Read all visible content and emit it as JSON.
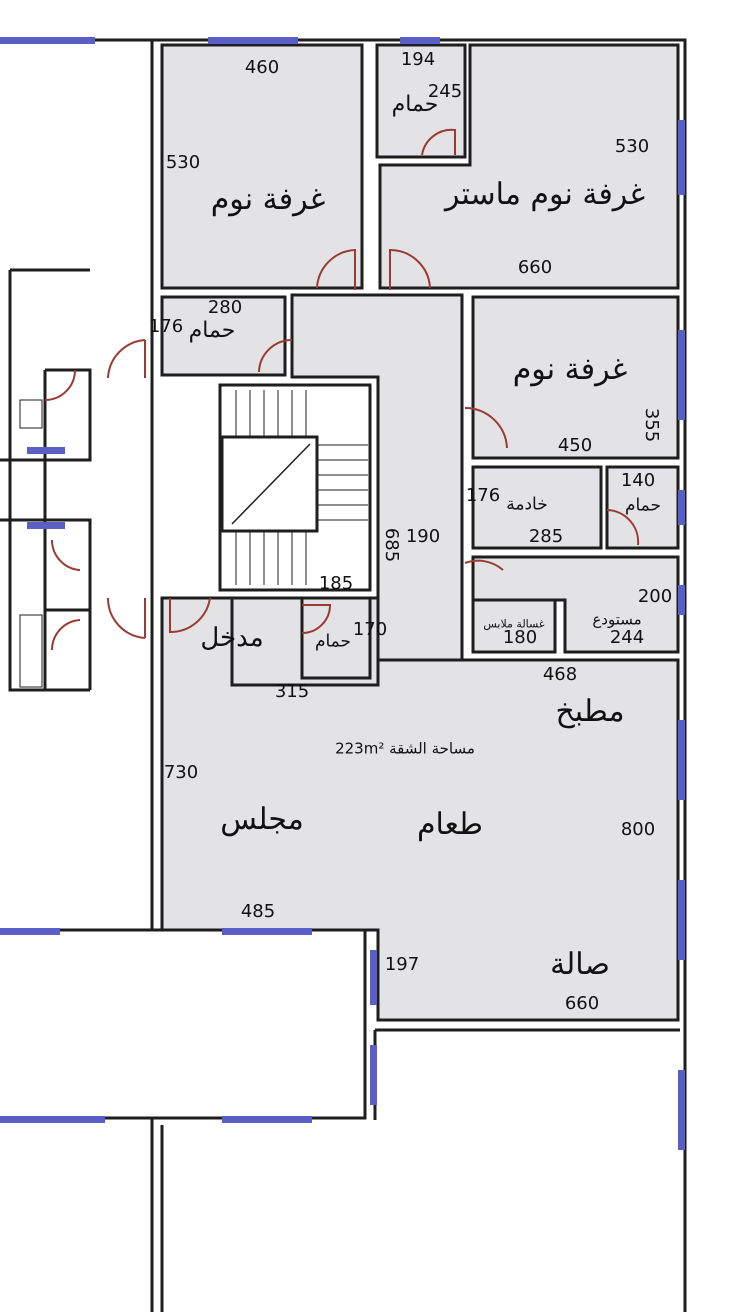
{
  "colors": {
    "room_fill": "#e3e3e5",
    "wall": "#1e1e1e",
    "window": "#5a5fc8",
    "door": "#9a3a32"
  },
  "rooms": {
    "bedroom1": {
      "name": "غرفة نوم",
      "width": "460",
      "length": "530"
    },
    "bath_top": {
      "name": "حمام",
      "width": "194",
      "length": "245"
    },
    "master": {
      "name": "غرفة نوم ماستر",
      "length": "530",
      "width": "660"
    },
    "bath2": {
      "name": "حمام",
      "width": "280",
      "length": "176"
    },
    "bedroom3": {
      "name": "غرفة نوم",
      "width": "450",
      "length": "355"
    },
    "maid": {
      "name": "خادمة",
      "length": "176",
      "width": "285"
    },
    "maid_bath": {
      "name": "حمام",
      "width": "140"
    },
    "corridor": {
      "width": "190",
      "length": "685"
    },
    "entrance": {
      "name": "مدخل",
      "dim_top": "185",
      "dim_bottom": "315"
    },
    "entrance_bath": {
      "name": "حمام",
      "length": "170"
    },
    "storage": {
      "name": "مستودع",
      "length": "200",
      "width": "244"
    },
    "laundry": {
      "name": "غسالة ملابس",
      "width": "180"
    },
    "kitchen": {
      "name": "مطبخ",
      "width": "468"
    },
    "majlis": {
      "name": "مجلس",
      "length": "730",
      "width": "485"
    },
    "dining": {
      "name": "طعام",
      "length": "800"
    },
    "living": {
      "name": "صالة",
      "dim_side": "197",
      "width": "660"
    }
  },
  "total_area": "مساحة الشقة 223m²"
}
